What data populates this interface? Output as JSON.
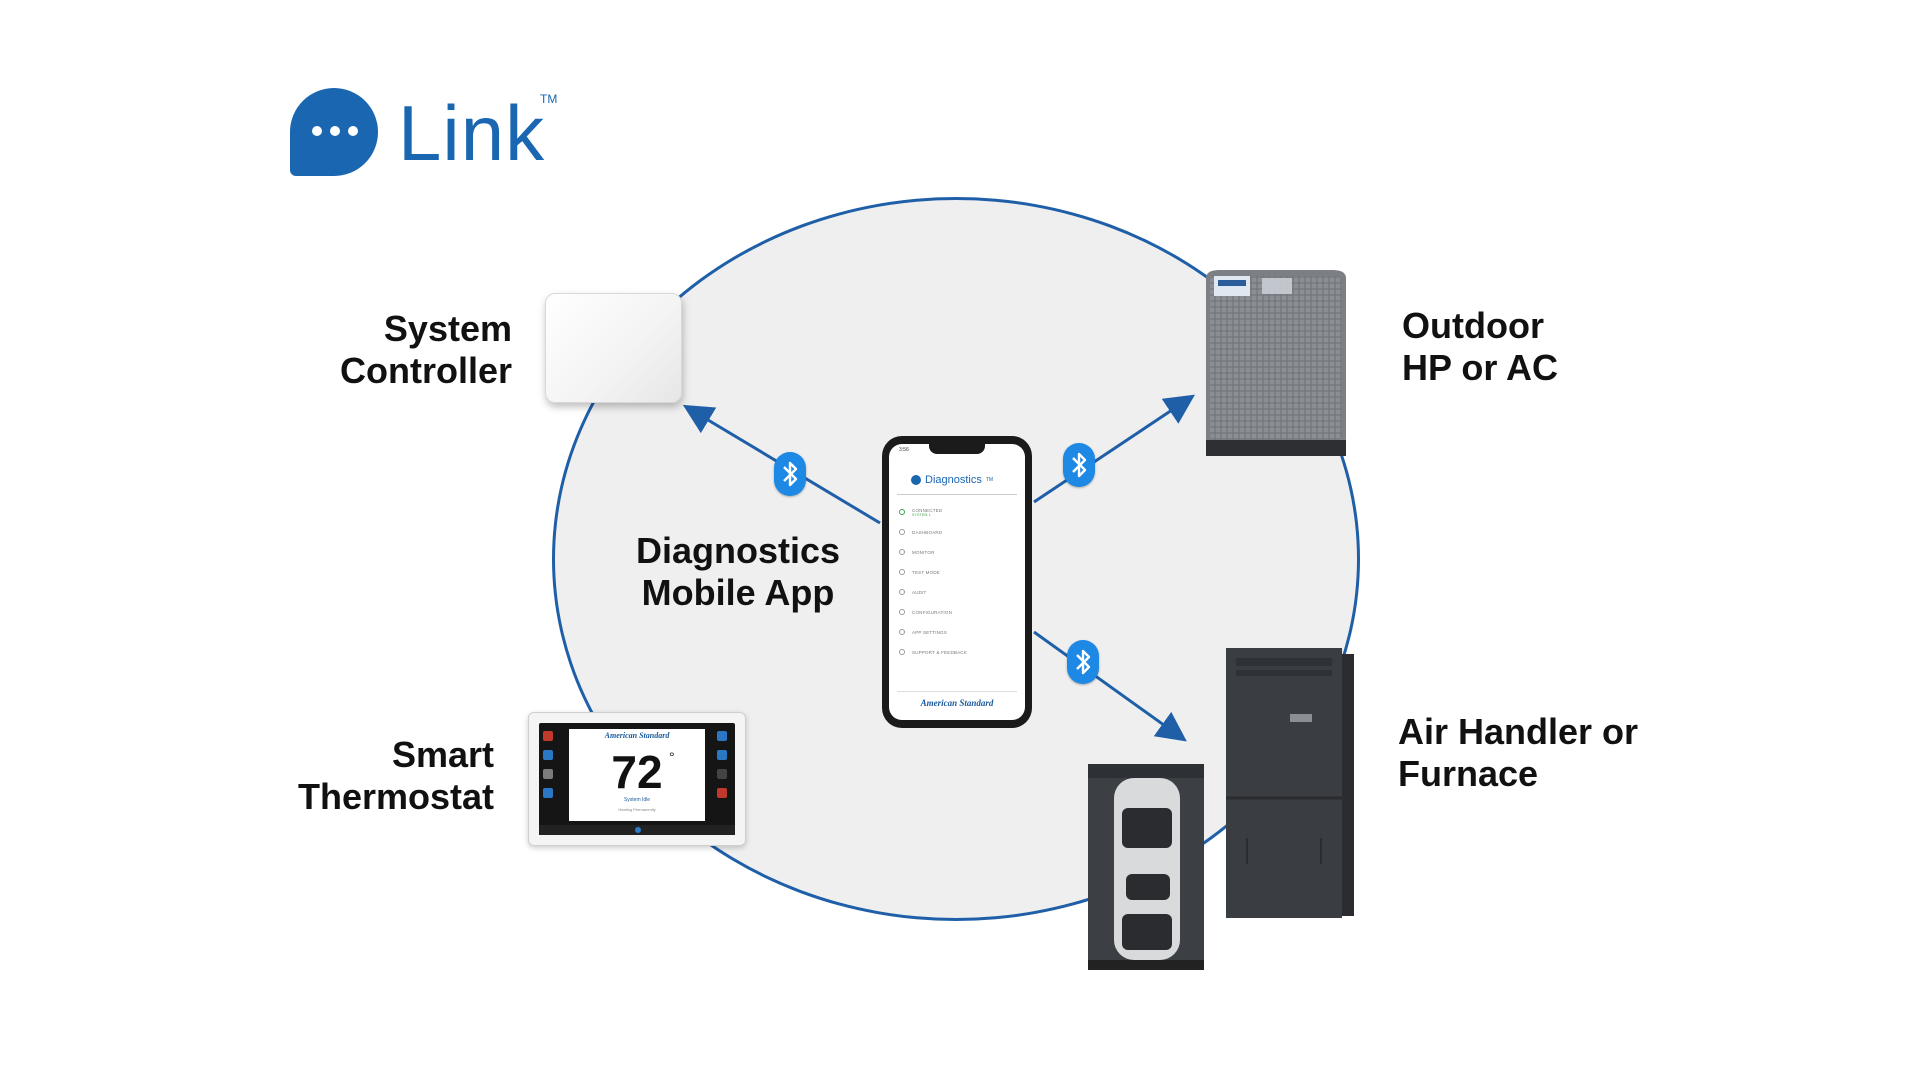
{
  "logo": {
    "word": "Link",
    "tm": "TM"
  },
  "labels": {
    "system_controller": [
      "System",
      "Controller"
    ],
    "outdoor": [
      "Outdoor",
      "HP or AC"
    ],
    "diagnostics": [
      "Diagnostics",
      "Mobile App"
    ],
    "smart_thermostat": [
      "Smart",
      "Thermostat"
    ],
    "air_handler": [
      "Air Handler or",
      "Furnace"
    ]
  },
  "phone_app": {
    "status": "3:56",
    "title": "Diagnostics",
    "tm": "TM",
    "menu": [
      {
        "label": "CONNECTED",
        "sub": "SYSTEM 1"
      },
      {
        "label": "DASHBOARD"
      },
      {
        "label": "MONITOR"
      },
      {
        "label": "TEST MODE"
      },
      {
        "label": "AUDIT"
      },
      {
        "label": "CONFIGURATION"
      },
      {
        "label": "APP SETTINGS"
      },
      {
        "label": "SUPPORT & FEEDBACK"
      }
    ],
    "brand": "American Standard"
  },
  "thermostat": {
    "brand": "American Standard",
    "temperature": "72",
    "degree": "°",
    "status": "System Idle",
    "mode": "Heating Permanently"
  },
  "colors": {
    "brand_blue": "#1a66b1",
    "circle_border": "#1f5fa8",
    "circle_fill": "#efefef",
    "bluetooth_blue": "#1e88e5"
  },
  "icons": [
    "link-logo-icon",
    "bluetooth-icon",
    "arrow-icon"
  ]
}
